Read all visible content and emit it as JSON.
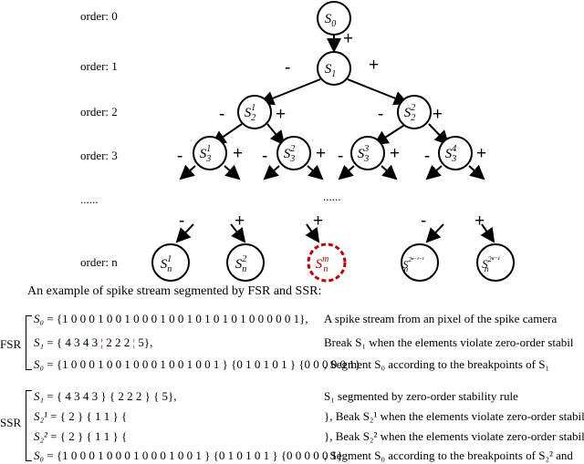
{
  "orders": [
    "order: 0",
    "order: 1",
    "order: 2",
    "order: 3",
    "......",
    "order: n"
  ],
  "tree": {
    "nodes": {
      "s0": {
        "base": "S",
        "sub": "0",
        "sup": ""
      },
      "s1": {
        "base": "S",
        "sub": "1",
        "sup": ""
      },
      "s2a": {
        "base": "S",
        "sub": "2",
        "sup": "1"
      },
      "s2b": {
        "base": "S",
        "sub": "2",
        "sup": "2"
      },
      "s3a": {
        "base": "S",
        "sub": "3",
        "sup": "1"
      },
      "s3b": {
        "base": "S",
        "sub": "3",
        "sup": "2"
      },
      "s3c": {
        "base": "S",
        "sub": "3",
        "sup": "3"
      },
      "s3d": {
        "base": "S",
        "sub": "3",
        "sup": "4"
      },
      "sn1": {
        "base": "S",
        "sub": "n",
        "sup": "1"
      },
      "sn2": {
        "base": "S",
        "sub": "n",
        "sup": "2"
      },
      "snm": {
        "base": "S",
        "sub": "n",
        "sup": "m"
      },
      "sn3": {
        "base": "S",
        "sub": "n",
        "sup": "2ⁿ⁻¹⁻¹"
      },
      "sn4": {
        "base": "S",
        "sub": "n",
        "sup": "2ⁿ⁻¹"
      }
    },
    "ellipsis_mid": "......",
    "plus": "+",
    "minus": "-",
    "highlight_color": "#c00000"
  },
  "caption": "An example of spike stream segmented by FSR and SSR:",
  "fsr": {
    "label": "FSR",
    "rows": [
      {
        "lhs": "S₀",
        "rhs": "= {1 0 0 0 1 0 0 1 0 0 0 1 0 0 1 0 1 0 1 0 1 0 0 0 0 0 1},",
        "desc": "A spike stream from an pixel of the spike camera"
      },
      {
        "lhs": "S₁",
        "rhs": "= {          4       3          4       3 ¦ 2    2    2 ¦          5},",
        "desc": "Break S₁ when the elements violate zero-order stabil"
      },
      {
        "lhs": "S₀",
        "rhs": "= {1 0 0 0 1 0 0 1 0 0 0 1 0 0 1 0 0 1 } {0 1 0 1 0 1 } {0 0 0 0 0 1}",
        "desc": ", Segment S₀ according to the breakpoints of S₁"
      }
    ]
  },
  "ssr": {
    "label": "SSR",
    "rows": [
      {
        "lhs": "S₁",
        "rhs": "= {          4       3          4       3 }  { 2    2    2 }  {          5},",
        "desc": "S₁ segmented by zero-order stability rule"
      },
      {
        "lhs": "S₂¹",
        "rhs": "= {                                        2 }  {      1    1 }  {",
        "desc": "}, Beak S₂¹ when the elements violate zero-order stabil"
      },
      {
        "lhs": "S₂²",
        "rhs": "= {                            2             }  {      1    1 }  {",
        "desc": "}, Beak S₂² when the elements violate zero-order stabil"
      },
      {
        "lhs": "S₀",
        "rhs": "= {1 0 0 0 1 0 0 0 1 0 0 0 1 0 0 1 } {0 1 0 1 0 1 } {0 0 0 0 0 1}",
        "desc": ", Segment S₀ according to the breakpoints of S₂² and"
      }
    ]
  }
}
